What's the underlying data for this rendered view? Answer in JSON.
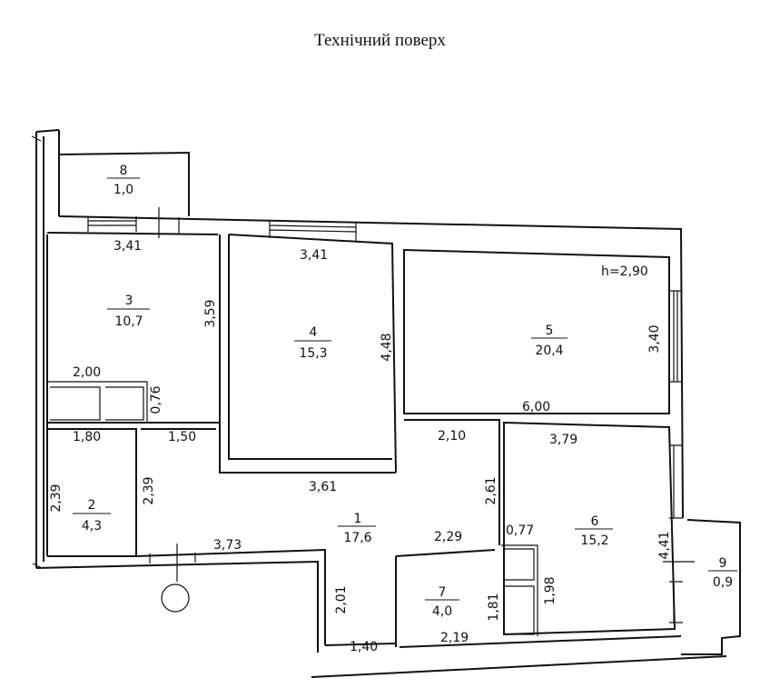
{
  "title": "Технічний поверх",
  "height_label": "h=2,90",
  "rooms": [
    {
      "number": "1",
      "area": "17,6"
    },
    {
      "number": "2",
      "area": "4,3"
    },
    {
      "number": "3",
      "area": "10,7"
    },
    {
      "number": "4",
      "area": "15,3"
    },
    {
      "number": "5",
      "area": "20,4"
    },
    {
      "number": "6",
      "area": "15,2"
    },
    {
      "number": "7",
      "area": "4,0"
    },
    {
      "number": "8",
      "area": "1,0"
    },
    {
      "number": "9",
      "area": "0,9"
    }
  ],
  "dimensions": {
    "r3_width": "3,41",
    "r3_height": "3,59",
    "closet_width": "2,00",
    "closet_depth": "0,76",
    "r4_width": "3,41",
    "r4_height": "4,48",
    "r4_bottom": "3,61",
    "r5_width": "6,00",
    "r5_height": "3,40",
    "r2_width": "1,80",
    "r2_height": "2,39",
    "c_top": "1,50",
    "c_left": "2,39",
    "c_bottom": "3,73",
    "c_mid": "2,10",
    "c_right": "2,61",
    "c_lower": "2,29",
    "c_lower_left": "2,01",
    "c_end": "1,40",
    "r6_width": "3,79",
    "r6_height": "4,41",
    "closet6_width": "0,77",
    "closet6_height": "1,98",
    "r7_width": "2,19",
    "r7_height": "1,81"
  }
}
